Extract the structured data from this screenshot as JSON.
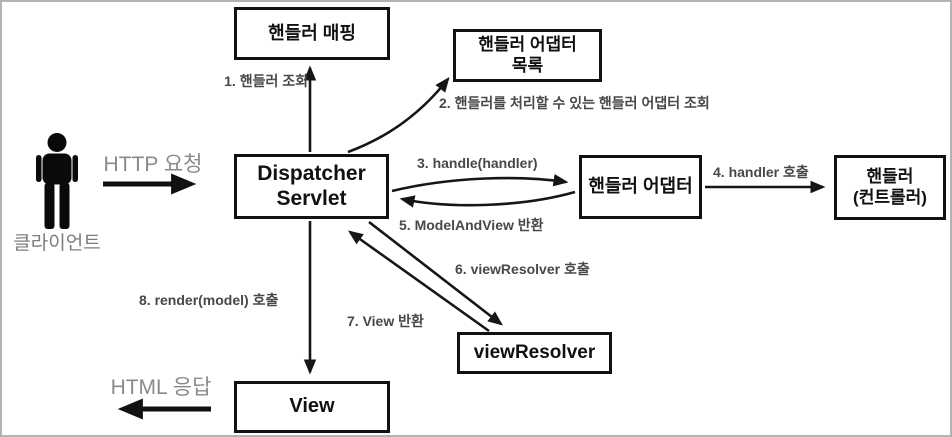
{
  "boxes": {
    "handler_mapping": {
      "label": "핸들러 매핑"
    },
    "handler_adapter_list": {
      "line1": "핸들러 어댑터",
      "line2": "목록"
    },
    "dispatcher_servlet": {
      "line1": "Dispatcher",
      "line2": "Servlet"
    },
    "handler_adapter": {
      "label": "핸들러 어댑터"
    },
    "handler_controller": {
      "line1": "핸들러",
      "line2": "(컨트롤러)"
    },
    "view_resolver": {
      "label": "viewResolver"
    },
    "view": {
      "label": "View"
    }
  },
  "steps": {
    "step1": "1. 핸들러 조회",
    "step2": "2. 핸들러를 처리할 수 있는 핸들러 어댑터 조회",
    "step3": "3. handle(handler)",
    "step4": "4. handler 호출",
    "step5": "5. ModelAndView 반환",
    "step6": "6. viewResolver 호출",
    "step7": "7. View 반환",
    "step8": "8. render(model) 호출"
  },
  "client": {
    "label": "클라이언트",
    "request_label": "HTTP 요청",
    "response_label": "HTML 응답",
    "icon": "person-icon"
  },
  "colors": {
    "box_border": "#111111",
    "box_text": "#111111",
    "arrow": "#161616",
    "step_label_text": "#48484a",
    "client_gray_text": "#8a8a8a",
    "background": "#ffffff",
    "outer_border": "#b3b3b3"
  }
}
